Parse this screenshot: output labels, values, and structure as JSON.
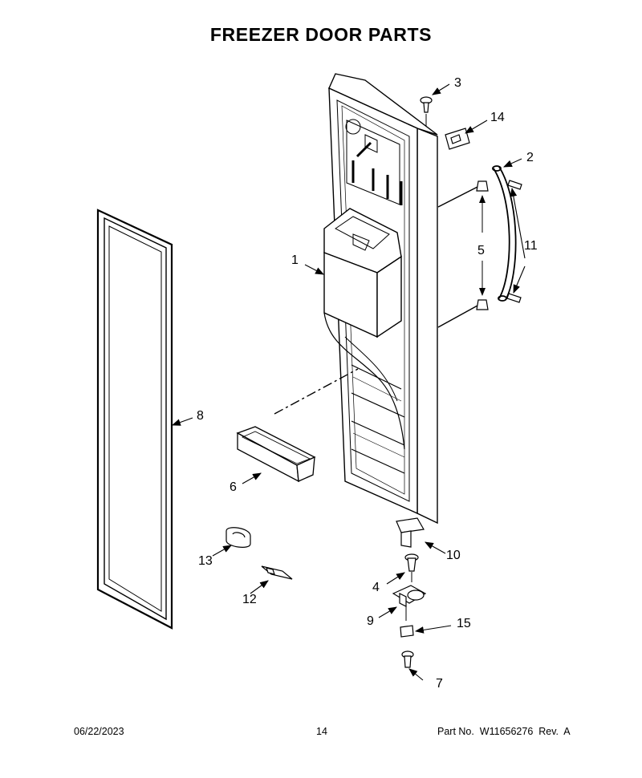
{
  "title": "FREEZER DOOR PARTS",
  "callouts": [
    "1",
    "2",
    "3",
    "4",
    "5",
    "6",
    "7",
    "8",
    "9",
    "10",
    "11",
    "12",
    "13",
    "14",
    "15"
  ],
  "footer": {
    "date": "06/22/2023",
    "page": "14",
    "part": "Part No.  W11656276  Rev.  A"
  }
}
